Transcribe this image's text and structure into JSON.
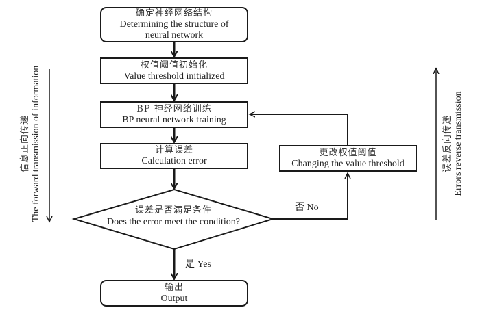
{
  "steps": {
    "structure": {
      "zh": "确定神经网络结构",
      "en_line1": "Determining the structure of",
      "en_line2": "neural network"
    },
    "init": {
      "zh": "权值阈值初始化",
      "en": "Value threshold initialized"
    },
    "training": {
      "zh": "BP 神经网络训练",
      "en": "BP neural network training"
    },
    "error": {
      "zh": "计算误差",
      "en": "Calculation error"
    },
    "decision": {
      "zh": "误差是否满足条件",
      "en": "Does the error meet the condition?"
    },
    "change": {
      "zh": "更改权值阈值",
      "en": "Changing the value threshold"
    },
    "output": {
      "zh": "输出",
      "en": "Output"
    }
  },
  "branches": {
    "no": "否 No",
    "yes": "是 Yes"
  },
  "side_labels": {
    "forward": {
      "zh": "信息正向传递",
      "en": "The forward transmission of information"
    },
    "reverse": {
      "zh": "误差反向传递",
      "en": "Errors reverse transmission"
    }
  }
}
